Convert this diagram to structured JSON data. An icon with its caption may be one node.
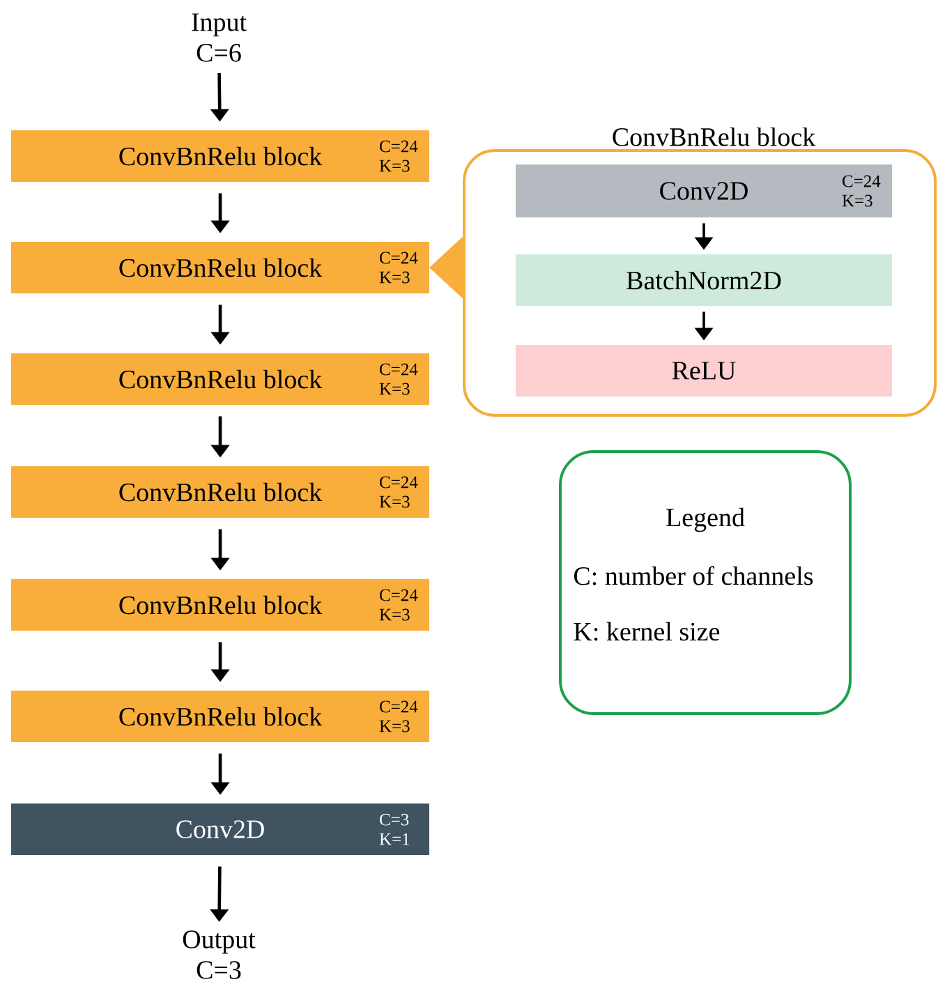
{
  "diagram": {
    "nodes": [
      {
        "text": [
          "Input C=6"
        ]
      },
      {
        "text": [
          "ConvBnRelu block",
          "C=24 K=3"
        ]
      },
      {
        "text": [
          "ConvBnRelu block",
          "C=24 K=3"
        ]
      },
      {
        "text": [
          "ConvBnRelu block",
          "C=24 K=3"
        ]
      },
      {
        "text": [
          "ConvBnRelu block",
          "C=24 K=3"
        ]
      },
      {
        "text": [
          "ConvBnRelu block",
          "C=24 K=3"
        ]
      },
      {
        "text": [
          "ConvBnRelu block",
          "C=24 K=3"
        ]
      },
      {
        "text": [
          "Conv2D",
          "C=3 K=1"
        ]
      },
      {
        "text": [
          "Output C=3"
        ]
      },
      {
        "text": [
          "ConvBnRelu block"
        ]
      },
      {
        "text": [
          "Conv2D",
          "C=24 K=3"
        ],
        "in": 9
      },
      {
        "text": [
          "BatchNorm2D"
        ],
        "in": 9
      },
      {
        "text": [
          "ReLU"
        ],
        "in": 9
      },
      {
        "text": [
          "Legend",
          "C: number of channels",
          "K: kernel size"
        ]
      }
    ],
    "edges": [
      {
        "from": 0,
        "to": 1,
        "arrow": "to"
      },
      {
        "from": 1,
        "to": 2,
        "arrow": "to"
      },
      {
        "from": 2,
        "to": 3,
        "arrow": "to"
      },
      {
        "from": 3,
        "to": 4,
        "arrow": "to"
      },
      {
        "from": 4,
        "to": 5,
        "arrow": "to"
      },
      {
        "from": 5,
        "to": 6,
        "arrow": "to"
      },
      {
        "from": 6,
        "to": 7,
        "arrow": "to"
      },
      {
        "from": 7,
        "to": 8,
        "arrow": "to"
      },
      {
        "from": 10,
        "to": 11,
        "arrow": "to"
      },
      {
        "from": 11,
        "to": 12,
        "arrow": "to"
      }
    ]
  }
}
